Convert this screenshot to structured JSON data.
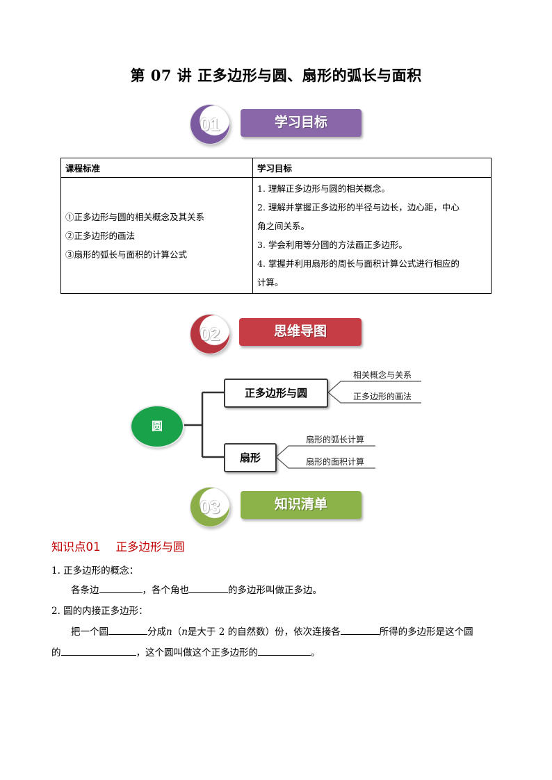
{
  "title": "第 07 讲  正多边形与圆、扇形的弧长与面积",
  "sections": [
    {
      "number": "01",
      "label": "学习目标",
      "color": "#8a67a9",
      "circle_color": "#7b5aa0"
    },
    {
      "number": "02",
      "label": "思维导图",
      "color": "#c63d45",
      "circle_color": "#b83640"
    },
    {
      "number": "03",
      "label": "知识清单",
      "color": "#8cb24a",
      "circle_color": "#8bae48"
    }
  ],
  "goals_table": {
    "headers": [
      "课程标准",
      "学习目标"
    ],
    "standards": [
      "①正多边形与圆的相关概念及其关系",
      "②正多边形的画法",
      "③扇形的弧长与面积的计算公式"
    ],
    "objectives": [
      "1. 理解正多边形与圆的相关概念。",
      "2. 理解并掌握正多边形的半径与边长，边心距，中心",
      "角之间关系。",
      "3. 学会利用等分圆的方法画正多边形。",
      "4. 掌握并利用扇形的周长与面积计算公式进行相应的",
      "计算。"
    ]
  },
  "mind_map": {
    "root": "圆",
    "branches": [
      {
        "label": "正多边形与圆",
        "leaves": [
          "相关概念与关系",
          "正多边形的画法"
        ]
      },
      {
        "label": "扇形",
        "leaves": [
          "扇形的弧长计算",
          "扇形的面积计算"
        ]
      }
    ],
    "root_color": "#1aa24a"
  },
  "knowledge": {
    "point_label": "知识点01",
    "point_title": "正多边形与圆",
    "item1_title": "1. 正多边形的概念：",
    "item1_a": "各条边",
    "item1_b": "，各个角也",
    "item1_c": "的多边形叫做正多边。",
    "item2_title": "2. 圆的内接正多边形：",
    "item2_a": "把一个圆",
    "item2_b": "分成",
    "item2_n": "n",
    "item2_paren_open": "（",
    "item2_n2": "n",
    "item2_c": "是大于 2 的自然数）份，依次连接各",
    "item2_d": "所得的多边形是这个圆",
    "item2_e": "的",
    "item2_f": "，这个圆叫做这个正多边形的",
    "item2_g": "。"
  }
}
